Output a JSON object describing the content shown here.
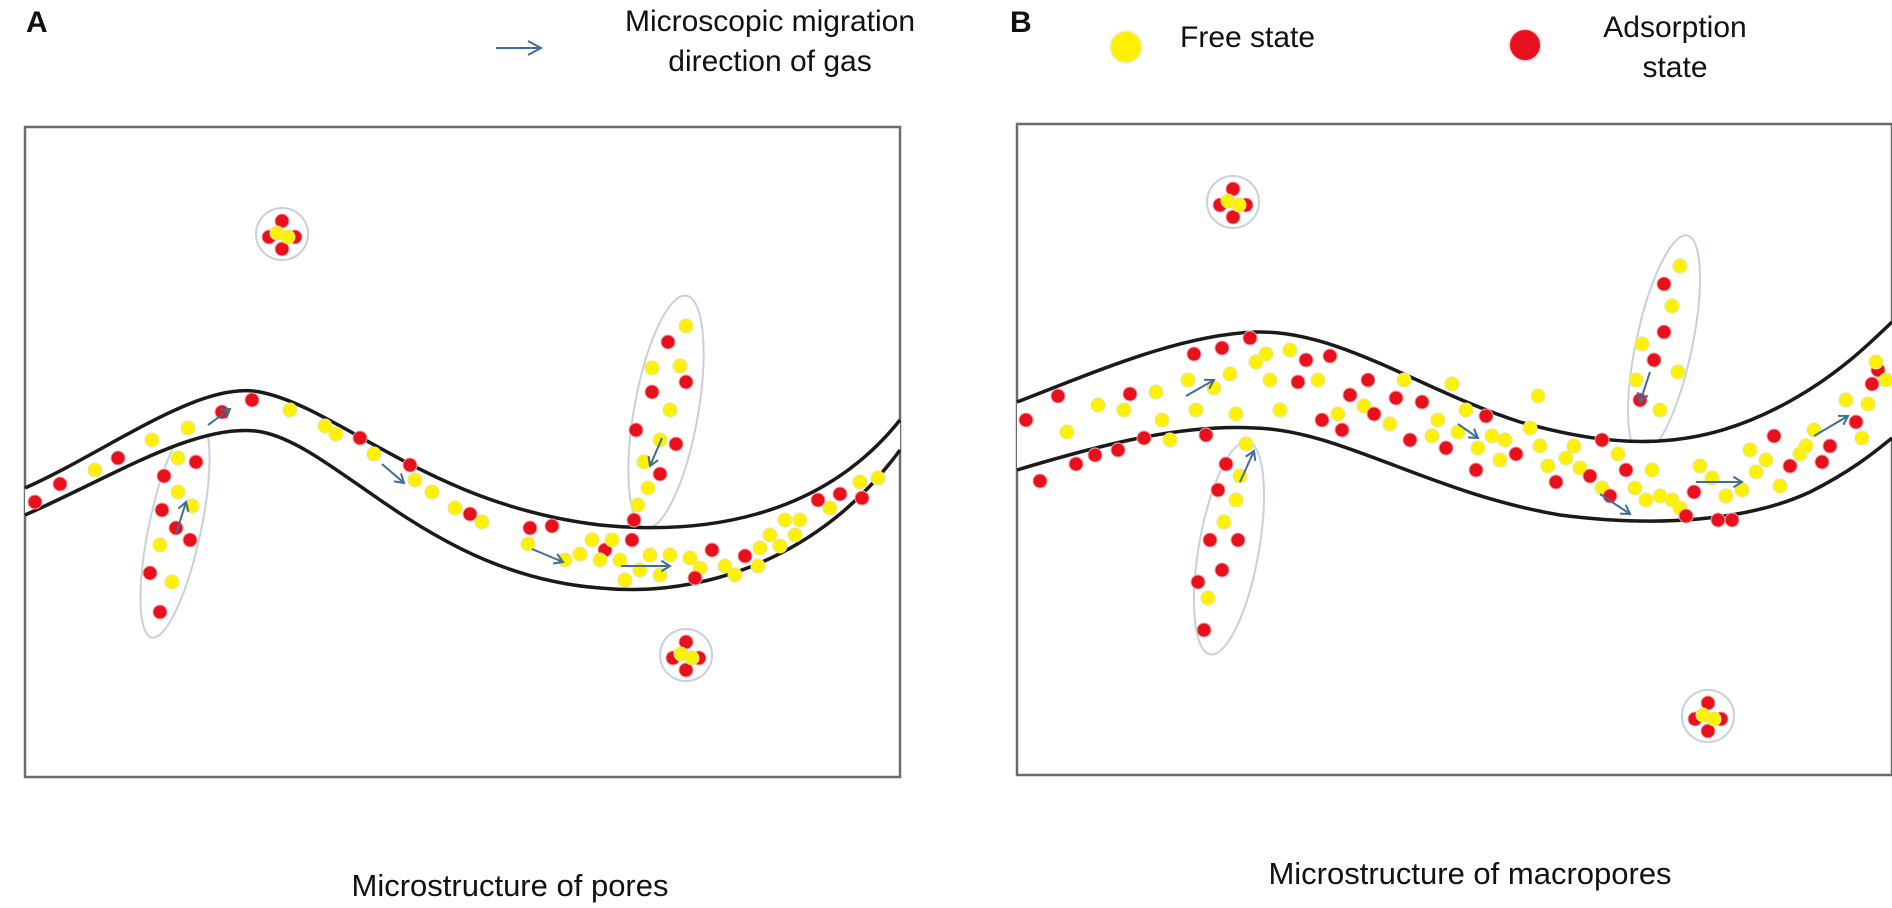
{
  "panels": {
    "a": {
      "letter": "A",
      "caption": "Microstructure of pores"
    },
    "b": {
      "letter": "B",
      "caption": "Microstructure of macropores"
    }
  },
  "legend": {
    "arrow_label": "Microscopic migration direction of gas",
    "free_label": "Free state",
    "adsorption_label": "Adsorption state"
  },
  "colors": {
    "free": "#fff200",
    "adsorption": "#e8101c",
    "arrow": "#3f6d95",
    "wall": "#1a1a1a",
    "frame": "#6b6b6b",
    "fracture_outline": "#c8d0d8"
  }
}
